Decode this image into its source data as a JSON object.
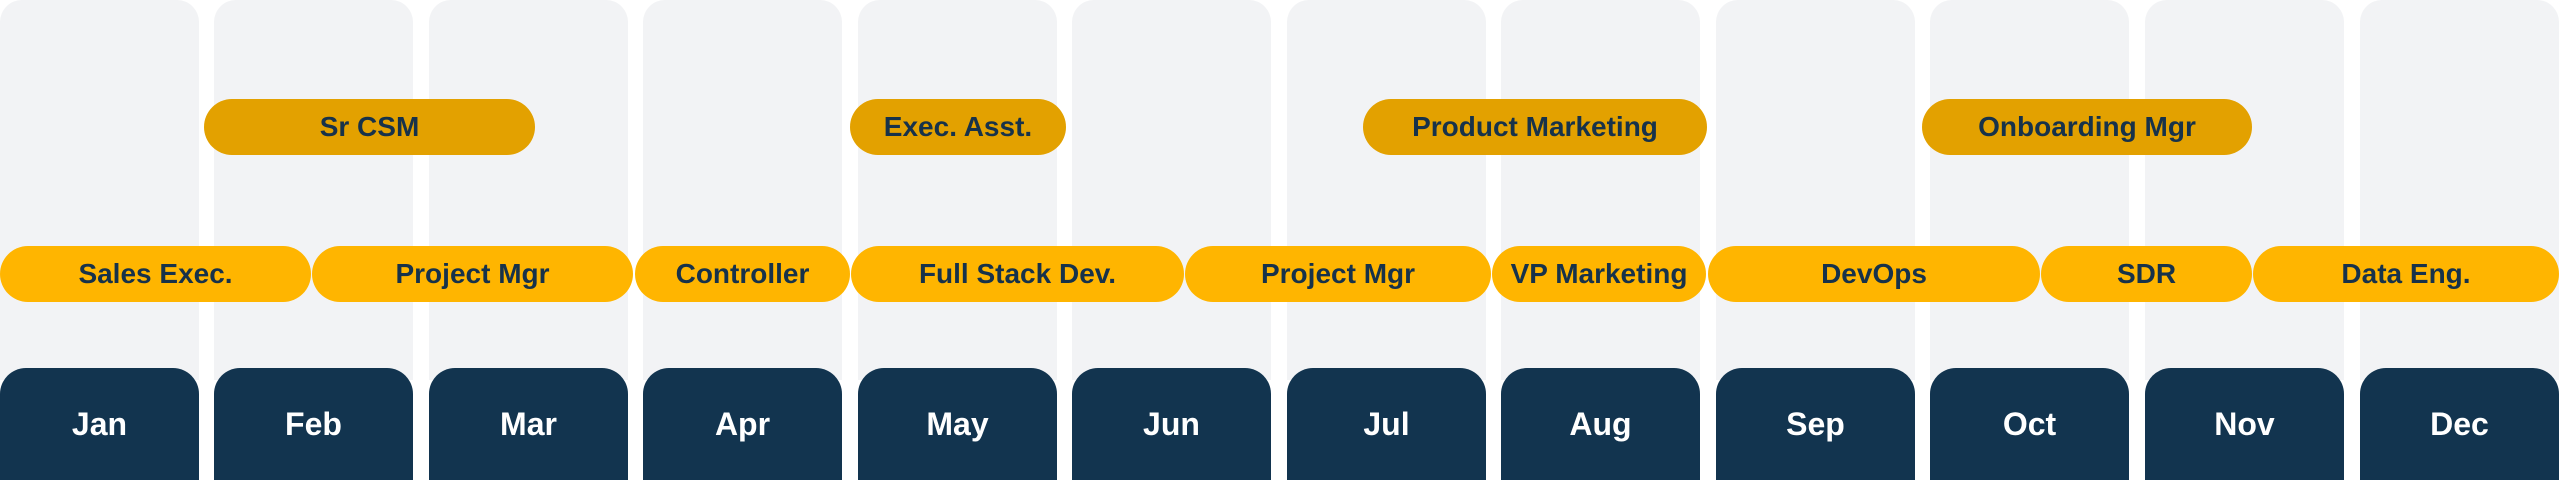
{
  "months": [
    "Jan",
    "Feb",
    "Mar",
    "Apr",
    "May",
    "Jun",
    "Jul",
    "Aug",
    "Sep",
    "Oct",
    "Nov",
    "Dec"
  ],
  "roles_top": [
    {
      "label": "Sr CSM"
    },
    {
      "label": "Exec.  Asst."
    },
    {
      "label": "Product Marketing"
    },
    {
      "label": "Onboarding Mgr"
    }
  ],
  "roles_bottom": [
    {
      "label": "Sales Exec."
    },
    {
      "label": "Project Mgr"
    },
    {
      "label": "Controller"
    },
    {
      "label": "Full Stack Dev."
    },
    {
      "label": "Project Mgr"
    },
    {
      "label": "VP Marketing"
    },
    {
      "label": "DevOps"
    },
    {
      "label": "SDR"
    },
    {
      "label": "Data Eng."
    }
  ],
  "colors": {
    "month_bg": "#12344f",
    "column_bg": "#f2f3f5",
    "pill_bottom": "#ffb500",
    "pill_top": "#e3a100",
    "pill_text": "#17324a"
  }
}
